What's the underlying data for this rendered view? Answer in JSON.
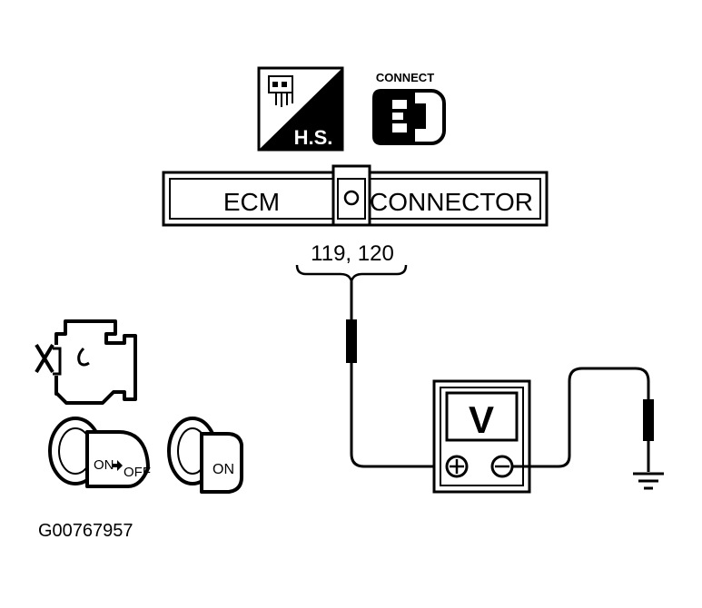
{
  "icons": {
    "harness_side_label": "H.S.",
    "connect_label": "CONNECT",
    "engine_icon": "engine-icon",
    "ignition_on_off_label_on": "ON",
    "ignition_on_off_label_off": "OFF",
    "ignition_on_label": "ON"
  },
  "connector": {
    "left_label": "ECM",
    "right_label": "CONNECTOR",
    "terminals": "119, 120"
  },
  "meter": {
    "label": "V",
    "positive_symbol": "⊕",
    "negative_symbol": "⊖"
  },
  "figure_id": "G00767957"
}
